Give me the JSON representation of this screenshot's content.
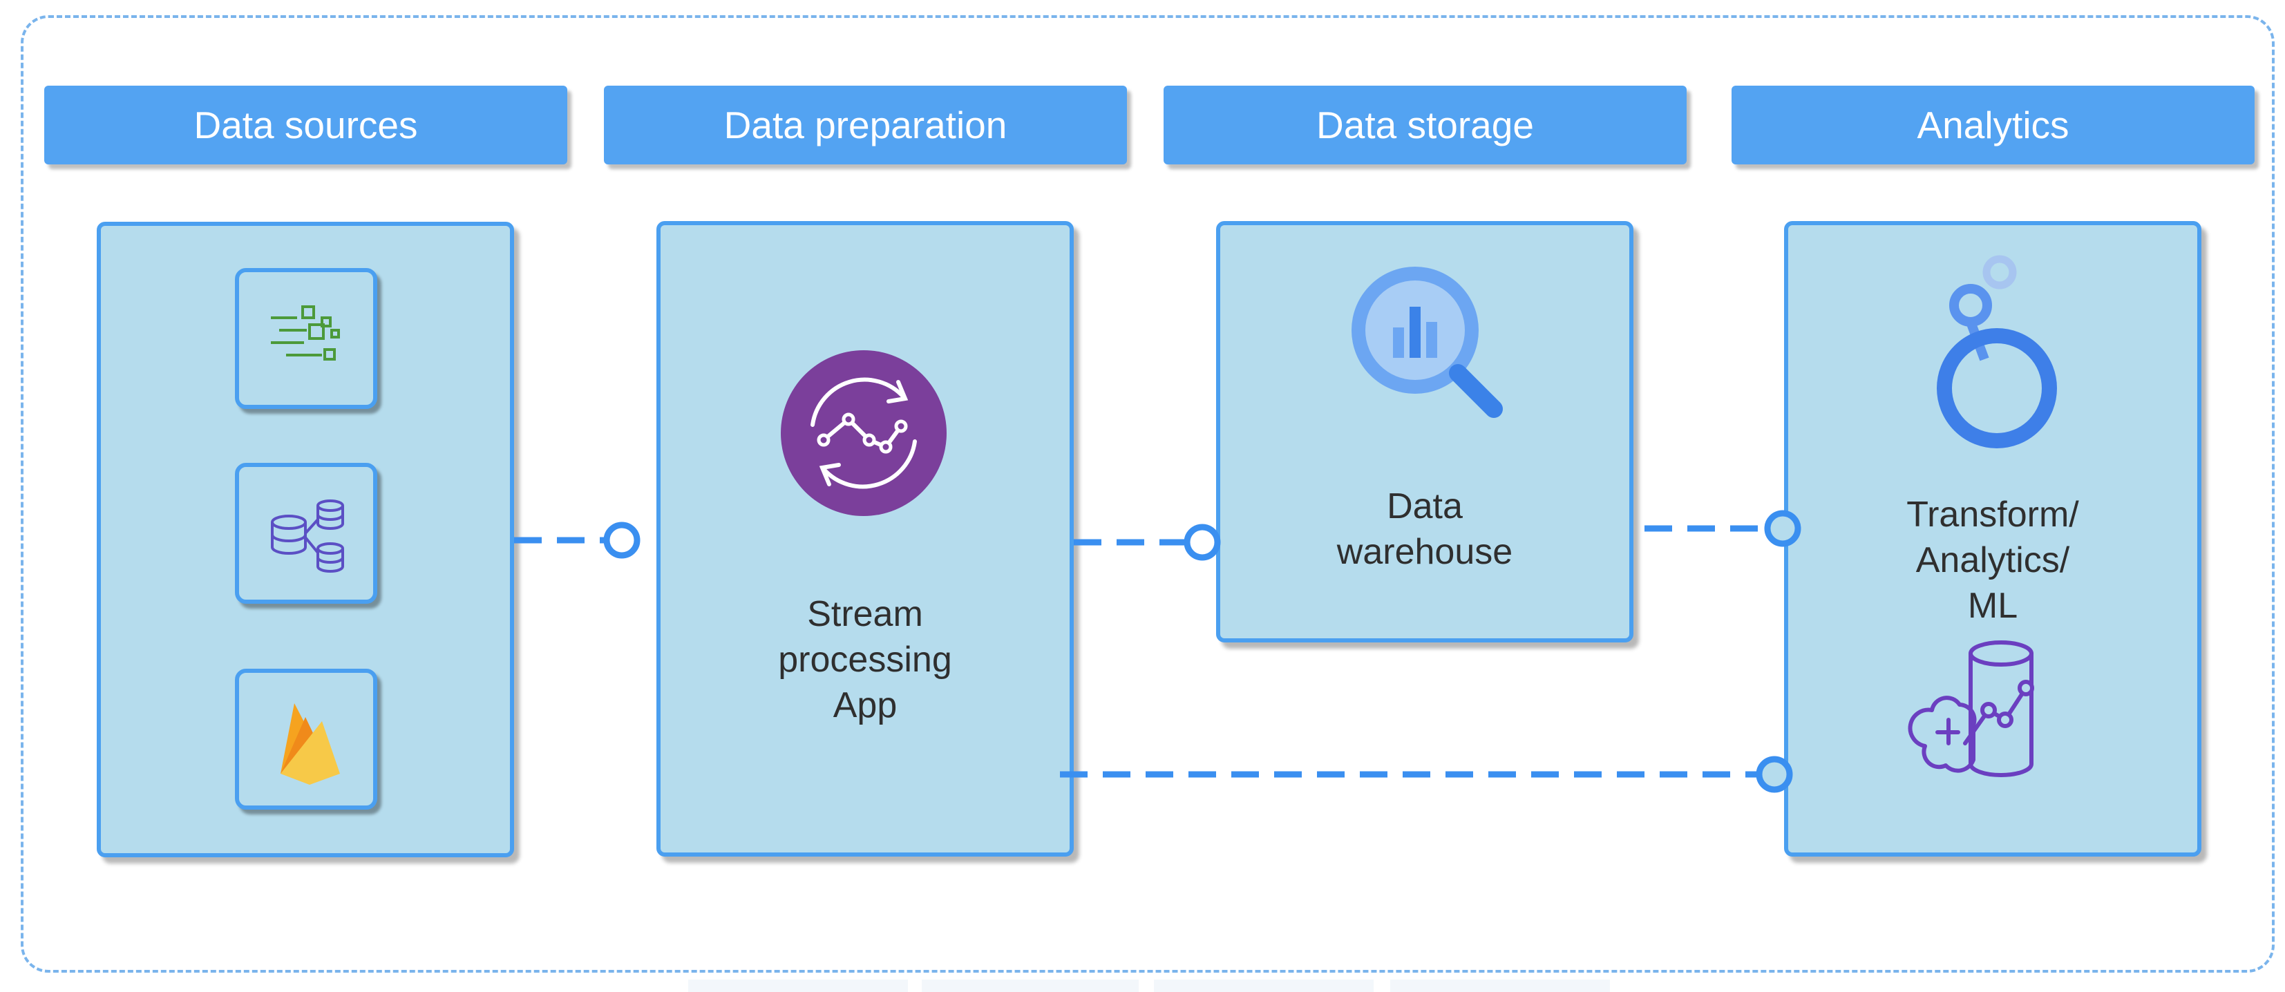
{
  "stages": {
    "data_sources": "Data sources",
    "data_preparation": "Data preparation",
    "data_storage": "Data storage",
    "analytics": "Analytics"
  },
  "nodes": {
    "stream_app": "Stream\nprocessing\nApp",
    "warehouse": "Data\nwarehouse",
    "transform": "Transform/\nAnalytics/\nML"
  },
  "icons": {
    "source_1": "dataflow-icon",
    "source_2": "database-network-icon",
    "source_3": "firebase-icon",
    "stream": "stream-processing-icon",
    "warehouse": "bigquery-icon",
    "analytics": "looker-icon",
    "ml": "ml-database-icon"
  },
  "colors": {
    "header": "#53a3f2",
    "box_fill": "#b5dced",
    "box_border": "#4a9ff0",
    "connector": "#3a8ff0",
    "stream_icon": "#7b3f9b"
  }
}
